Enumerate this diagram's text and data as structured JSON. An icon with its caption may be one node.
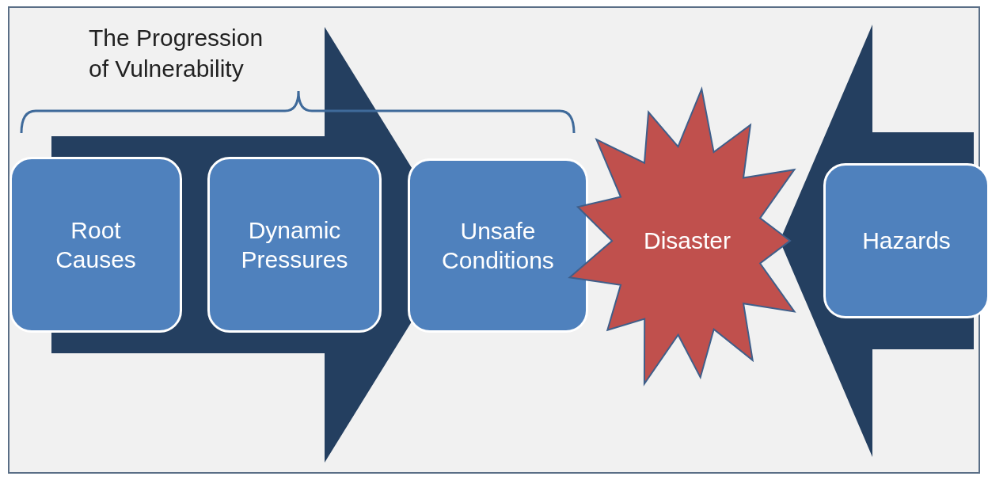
{
  "diagram": {
    "nodes": [
      {
        "text": [
          "Root Causes"
        ]
      },
      {
        "text": [
          "Dynamic Pressures"
        ]
      },
      {
        "text": [
          "Unsafe Conditions"
        ]
      },
      {
        "text": [
          "Disaster"
        ]
      },
      {
        "text": [
          "Hazards"
        ]
      }
    ],
    "edges": [
      {
        "from": 0,
        "to": 3,
        "arrow": "to",
        "style": "thick"
      },
      {
        "from": 4,
        "to": 3,
        "arrow": "to",
        "style": "thick"
      }
    ],
    "labels": [
      "The Progression of Vulnerability"
    ]
  }
}
